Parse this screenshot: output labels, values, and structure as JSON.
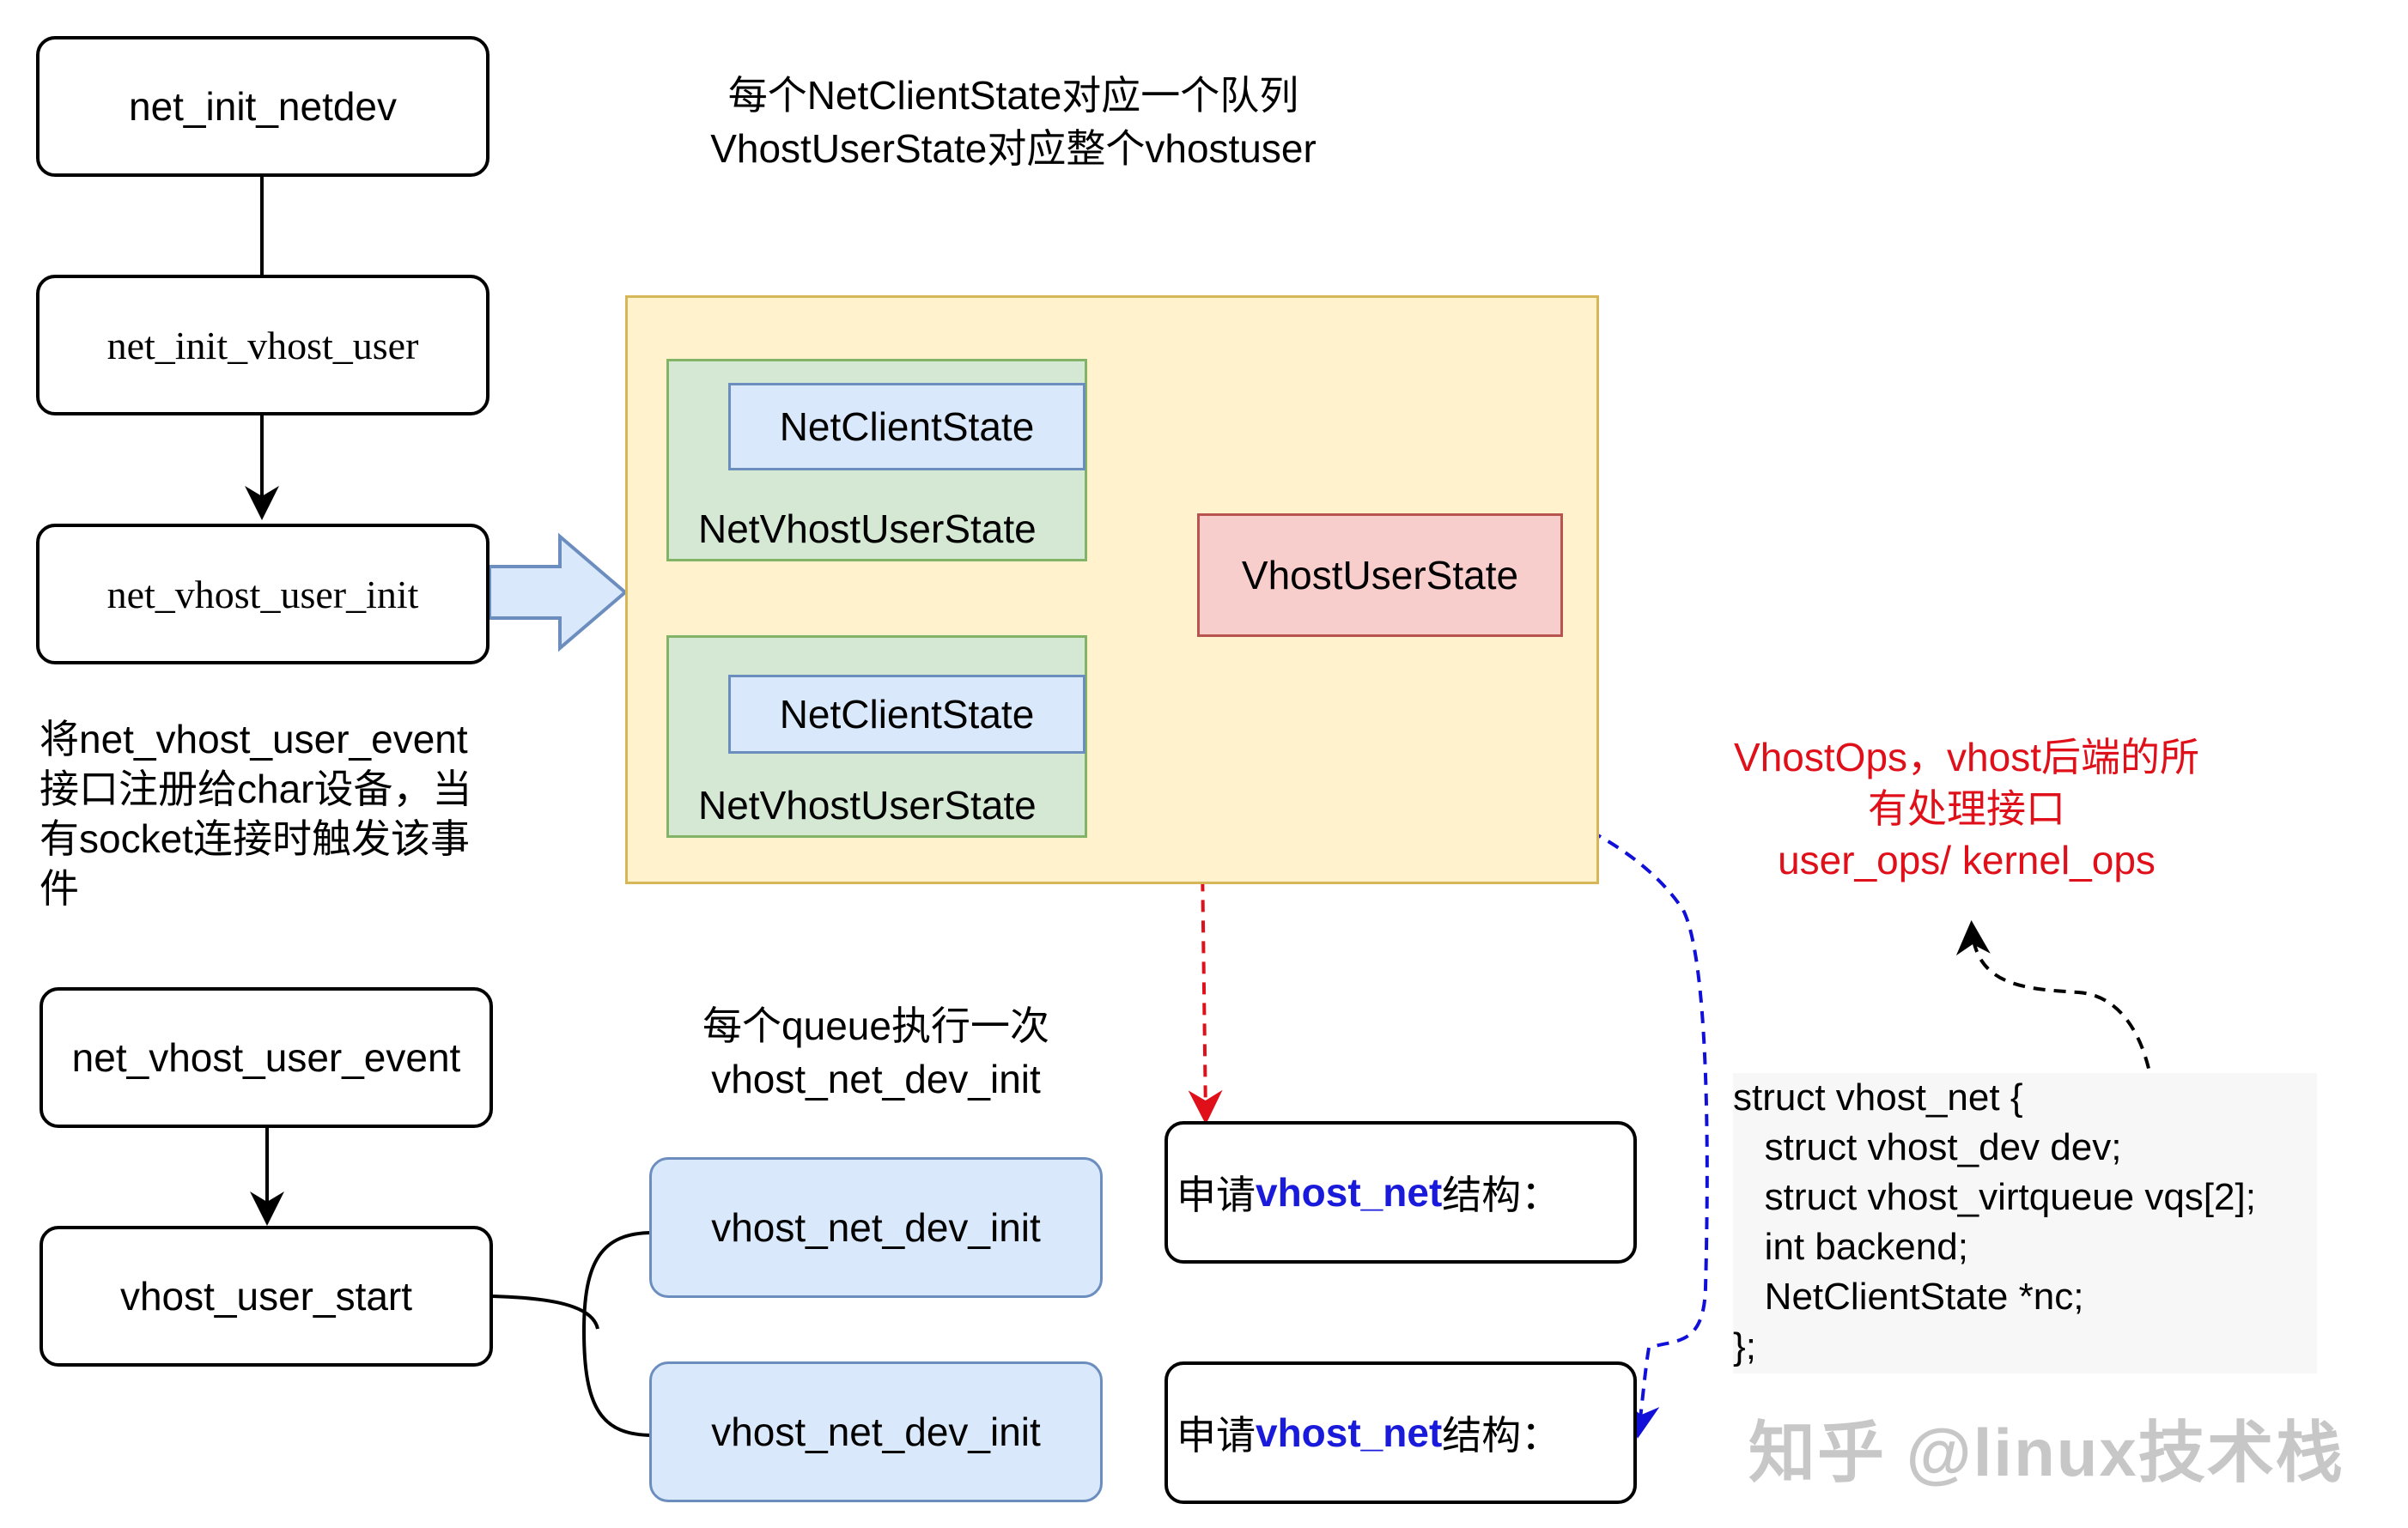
{
  "nodes": {
    "net_init_netdev": "net_init_netdev",
    "net_init_vhost_user": "net_init_vhost_user",
    "net_vhost_user_init": "net_vhost_user_init",
    "net_vhost_user_event": "net_vhost_user_event",
    "vhost_user_start": "vhost_user_start",
    "vhost_net_dev_init_1": "vhost_net_dev_init",
    "vhost_net_dev_init_2": "vhost_net_dev_init"
  },
  "notes": {
    "top_line1": "每个NetClientState对应一个队列",
    "top_line2": "VhostUserState对应整个vhostuser",
    "left_line1": "将net_vhost_user_event",
    "left_line2": "接口注册给char设备，当",
    "left_line3": "有socket连接时触发该事",
    "left_line4": "件",
    "queue_line1": "每个queue执行一次",
    "queue_line2": "vhost_net_dev_init"
  },
  "group": {
    "ncs_1": "NetClientState",
    "nvus_1": "NetVhostUserState",
    "ncs_2": "NetClientState",
    "nvus_2": "NetVhostUserState",
    "vus": "VhostUserState"
  },
  "apply": {
    "prefix": "申请",
    "name": "vhost_net",
    "suffix": "结构："
  },
  "red_note": {
    "line1": "VhostOps，vhost后端的所",
    "line2": "有处理接口",
    "line3": "user_ops/ kernel_ops"
  },
  "code": {
    "l1": "struct vhost_net {",
    "l2": "   struct vhost_dev dev;",
    "l3": "   struct vhost_virtqueue vqs[2];",
    "l4": "   int backend;",
    "l5": "   NetClientState *nc;",
    "l6": "};"
  },
  "watermark": "知乎 @linux技术栈",
  "colors": {
    "group_fill": "#fff2cc",
    "group_border": "#d6b656",
    "green_fill": "#d5e8d4",
    "blue_fill": "#dae8fc",
    "red_fill": "#f8cecc",
    "red_arrow": "#e0101a",
    "blue_arrow": "#1010d8",
    "highlight": "#1a1adb"
  }
}
